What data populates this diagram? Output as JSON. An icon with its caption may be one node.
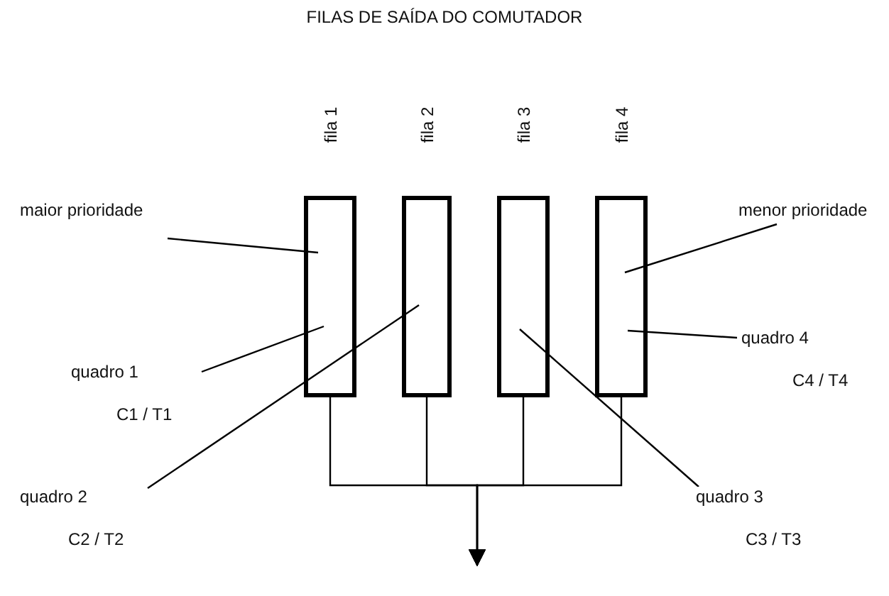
{
  "diagram": {
    "title": "FILAS DE SAÍDA DO COMUTADOR",
    "nodes": [
      {
        "text": [
          "fila 1"
        ]
      },
      {
        "text": [
          "fila 2"
        ]
      },
      {
        "text": [
          "fila 3"
        ]
      },
      {
        "text": [
          "fila 4"
        ]
      },
      {
        "text": [
          "maior prioridade"
        ]
      },
      {
        "text": [
          "quadro 1",
          "C1 / T1"
        ]
      },
      {
        "text": [
          "quadro 2",
          "C2 / T2"
        ]
      },
      {
        "text": [
          "quadro 3",
          "C3 / T3"
        ]
      },
      {
        "text": [
          "quadro 4",
          "C4 / T4"
        ]
      },
      {
        "text": [
          "menor prioridade"
        ]
      }
    ],
    "edges": [
      {
        "from": 0,
        "to": null,
        "arrow": "to"
      },
      {
        "from": 1,
        "to": null,
        "arrow": "to"
      },
      {
        "from": 2,
        "to": null,
        "arrow": "to"
      },
      {
        "from": 3,
        "to": null,
        "arrow": "to"
      },
      {
        "from": 4,
        "to": 0,
        "arrow": "none"
      },
      {
        "from": 5,
        "to": 0,
        "arrow": "none"
      },
      {
        "from": 6,
        "to": 1,
        "arrow": "none"
      },
      {
        "from": 7,
        "to": 2,
        "arrow": "none"
      },
      {
        "from": 8,
        "to": 3,
        "arrow": "none"
      },
      {
        "from": 9,
        "to": 3,
        "arrow": "none"
      }
    ]
  }
}
